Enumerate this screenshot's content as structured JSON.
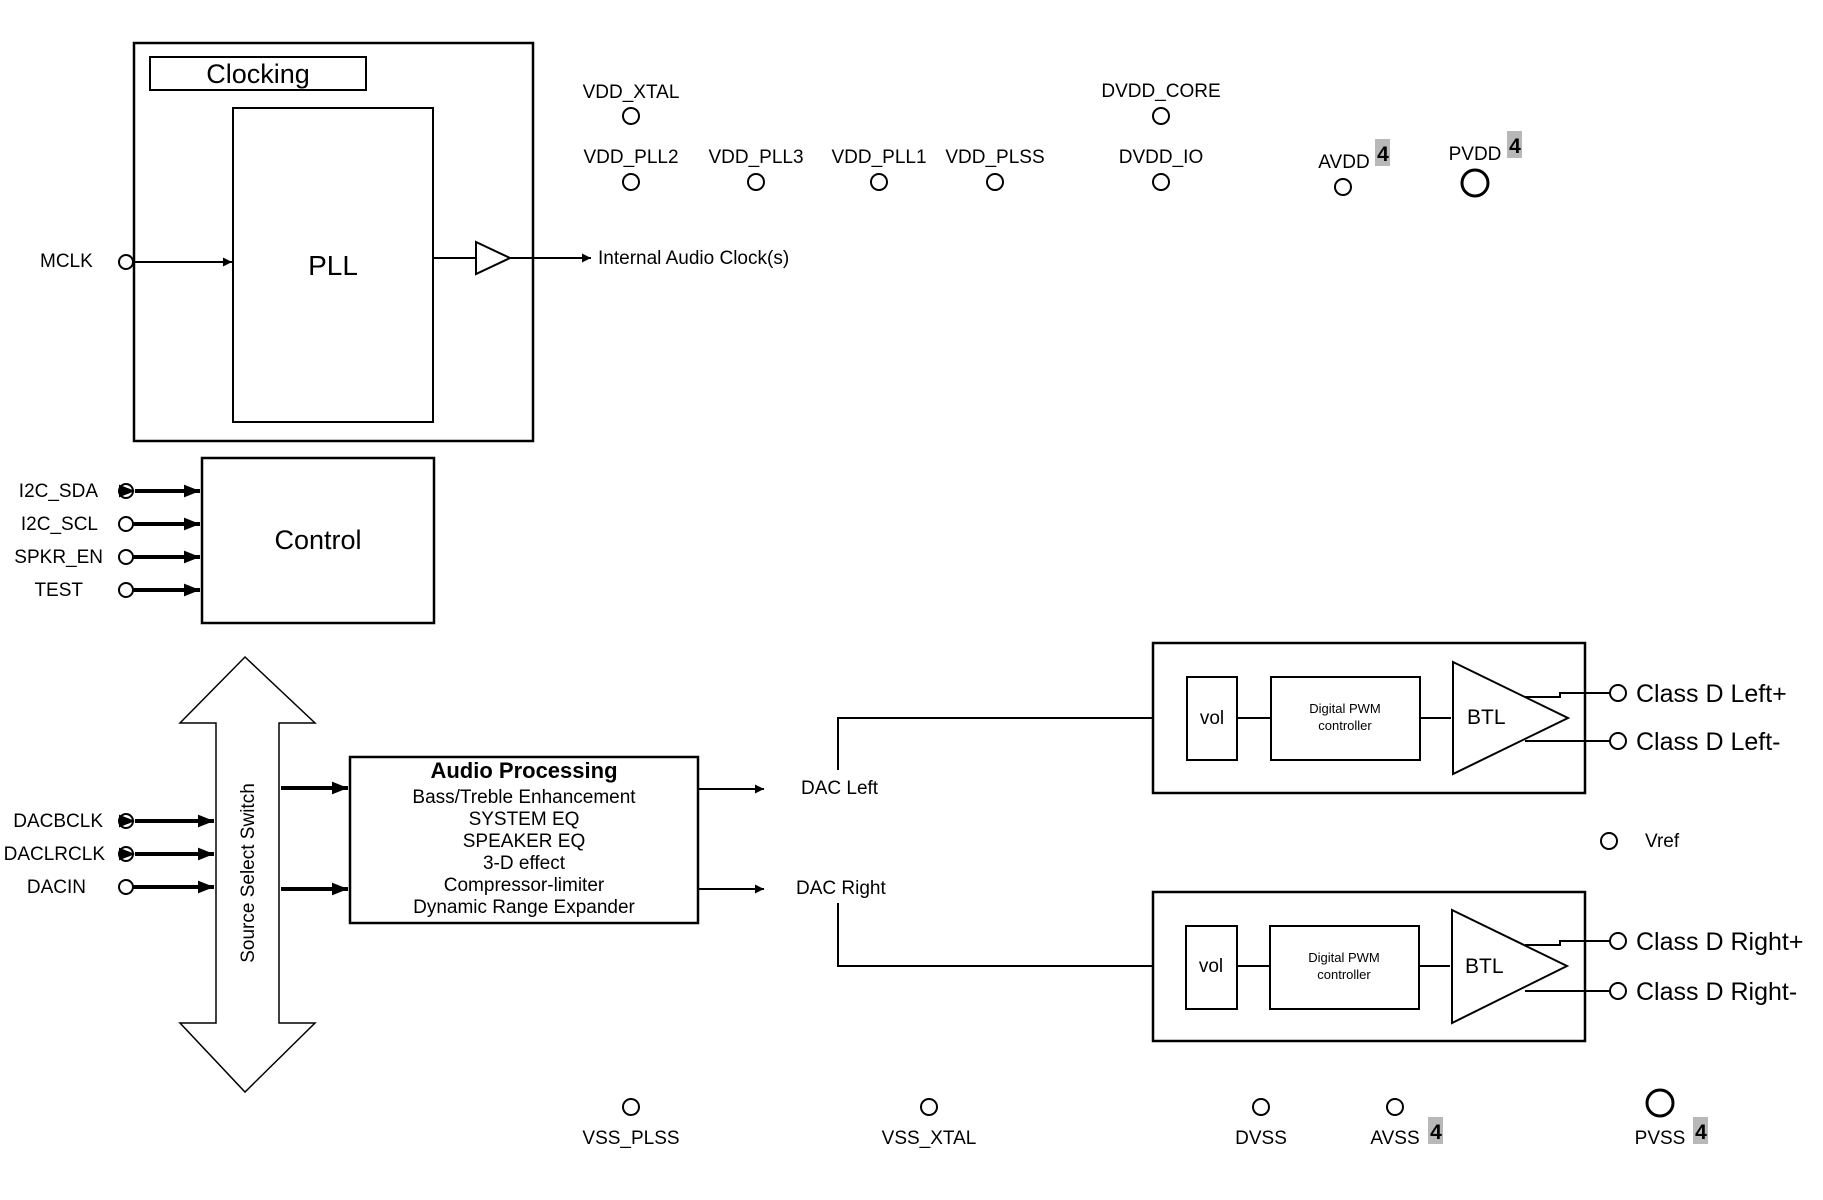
{
  "diagram": {
    "clocking": {
      "title": "Clocking",
      "pll": "PLL",
      "input": "MCLK",
      "output": "Internal Audio Clock(s)"
    },
    "control": {
      "title": "Control",
      "pins": [
        "I2C_SDA",
        "I2C_SCL",
        "SPKR_EN",
        "TEST"
      ]
    },
    "source_switch": "Source Select Switch",
    "audio_inputs": [
      "DACBCLK",
      "DACLRCLK",
      "DACIN"
    ],
    "audio_processing": {
      "title": "Audio Processing",
      "features": [
        "Bass/Treble Enhancement",
        "SYSTEM EQ",
        "SPEAKER EQ",
        "3-D effect",
        "Compressor-limiter",
        "Dynamic Range Expander"
      ]
    },
    "dac": {
      "left": "DAC Left",
      "right": "DAC Right"
    },
    "amp_left": {
      "vol": "vol",
      "pwm": "Digital PWM controller",
      "btl": "BTL",
      "out_plus": "Class D Left+",
      "out_minus": "Class D Left-"
    },
    "amp_right": {
      "vol": "vol",
      "pwm": "Digital PWM controller",
      "btl": "BTL",
      "out_plus": "Class D Right+",
      "out_minus": "Class D Right-"
    },
    "vref": "Vref",
    "supply_pins": {
      "vdd_xtal": "VDD_XTAL",
      "vdd_pll2": "VDD_PLL2",
      "vdd_pll3": "VDD_PLL3",
      "vdd_pll1": "VDD_PLL1",
      "vdd_plss": "VDD_PLSS",
      "dvdd_core": "DVDD_CORE",
      "dvdd_io": "DVDD_IO",
      "avdd": "AVDD",
      "pvdd": "PVDD"
    },
    "ground_pins": {
      "vss_plss": "VSS_PLSS",
      "vss_xtal": "VSS_XTAL",
      "dvss": "DVSS",
      "avss": "AVSS",
      "pvss": "PVSS"
    },
    "note_marker": "4"
  }
}
